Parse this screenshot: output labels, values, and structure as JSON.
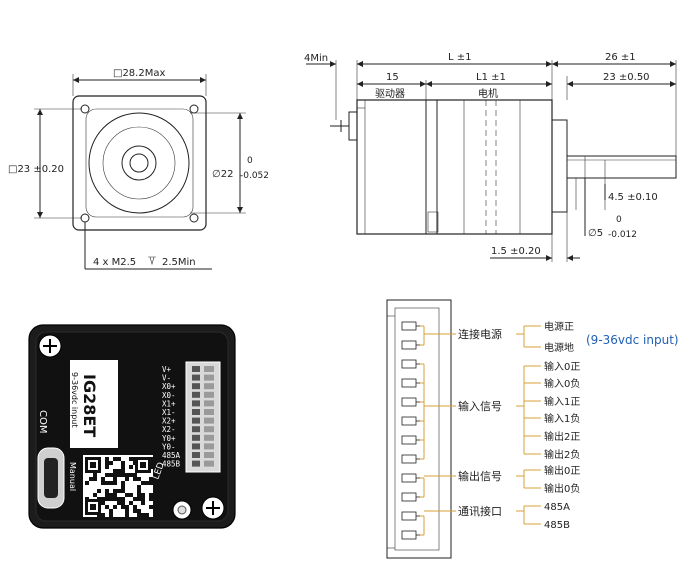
{
  "front_view": {
    "width_label": "□28.2Max",
    "bolt_pitch_label": "□23 ±0.20",
    "pilot_upper": "0",
    "pilot_main": "∅22",
    "pilot_lower": "-0.052",
    "mount_label": "4 x  M2.5",
    "mount_depth": "2.5Min"
  },
  "side_view": {
    "min_label": "4Min",
    "length_label": "L ±1",
    "shaft_length_label": "26 ±1",
    "driver_length": "15",
    "motor_length": "L1 ±1",
    "shaft_flat_length": "23 ±0.50",
    "driver_text": "驱动器",
    "motor_text": "电机",
    "flat_label": "4.5 ±0.10",
    "shaft_upper": "0",
    "shaft_main": "∅5",
    "shaft_lower": "-0.012",
    "boss_label": "1.5 ±0.20"
  },
  "board": {
    "model": "IG28ET",
    "input": "9-36vdc input",
    "com_label": "COM",
    "manual_label": "Manual",
    "led_label": "LED",
    "pins": [
      "V+",
      "V-",
      "X0+",
      "X0-",
      "X1+",
      "X1-",
      "X2+",
      "X2-",
      "Y0+",
      "Y0-",
      "485A",
      "485B"
    ]
  },
  "connector": {
    "groups": [
      {
        "label": "连接电源",
        "signals": [
          "电源正",
          "电源地"
        ]
      },
      {
        "label": "输入信号",
        "signals": [
          "输入0正",
          "输入0负",
          "输入1正",
          "输入1负",
          "输出2正",
          "输出2负"
        ]
      },
      {
        "label": "输出信号",
        "signals": [
          "输出0正",
          "输出0负"
        ]
      },
      {
        "label": "通讯接口",
        "signals": [
          "485A",
          "485B"
        ]
      }
    ],
    "voltage_note": "(9-36vdc input)",
    "voltage_color": "#1f5fb5",
    "lead_color": "#d7a13a"
  }
}
